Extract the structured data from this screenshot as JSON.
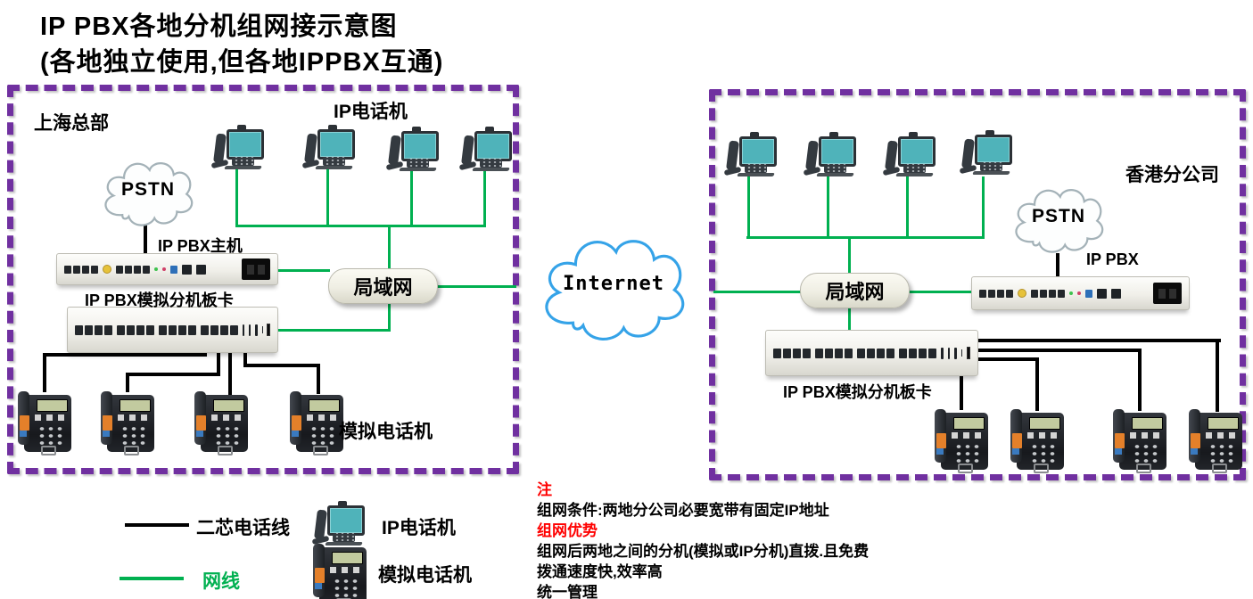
{
  "title": {
    "line1": "IP PBX各地分机组网接示意图",
    "line2": "(各地独立使用,但各地IPPBX互通)"
  },
  "internet_label": "Internet",
  "left_site": {
    "name": "上海总部",
    "ip_phones_label": "IP电话机",
    "pstn_label": "PSTN",
    "lan_label": "局域网",
    "pbx_label": "IP PBX主机",
    "board_label": "IP PBX模拟分机板卡",
    "analog_phones_label": "模拟电话机",
    "ip_phone_count": 4,
    "analog_phone_count": 4
  },
  "right_site": {
    "name": "香港分公司",
    "pstn_label": "PSTN",
    "lan_label": "局域网",
    "pbx_label": "IP PBX",
    "board_label": "IP PBX模拟分机板卡",
    "ip_phone_count": 4,
    "analog_phone_count": 4
  },
  "legend": {
    "phone_line_label": "二芯电话线",
    "network_line_label": "网线",
    "ip_phone_label": "IP电话机",
    "analog_phone_label": "模拟电话机"
  },
  "notes": {
    "note_title": "注",
    "condition_line": "组网条件:两地分公司必要宽带有固定IP地址",
    "advantage_title": "组网优势",
    "advantage_lines": [
      "组网后两地之间的分机(模拟或IP分机)直拨.且免费",
      "拨通速度快,效率高",
      "统一管理"
    ]
  },
  "colors": {
    "network_line_green": "#00B050",
    "telephone_line_black": "#000000",
    "zone_border_purple": "#7030A0",
    "internet_cloud_blue": "#35A3E8",
    "note_red": "#FF0000"
  },
  "icons": {
    "pstn_cloud": "cloud-icon",
    "internet_cloud": "cloud-icon",
    "ip_phone": "ip-phone-icon",
    "analog_phone": "analog-phone-icon",
    "lan_node": "lan-pill-icon",
    "pbx_rack": "rack-device-icon",
    "extension_board": "rack-device-icon"
  }
}
